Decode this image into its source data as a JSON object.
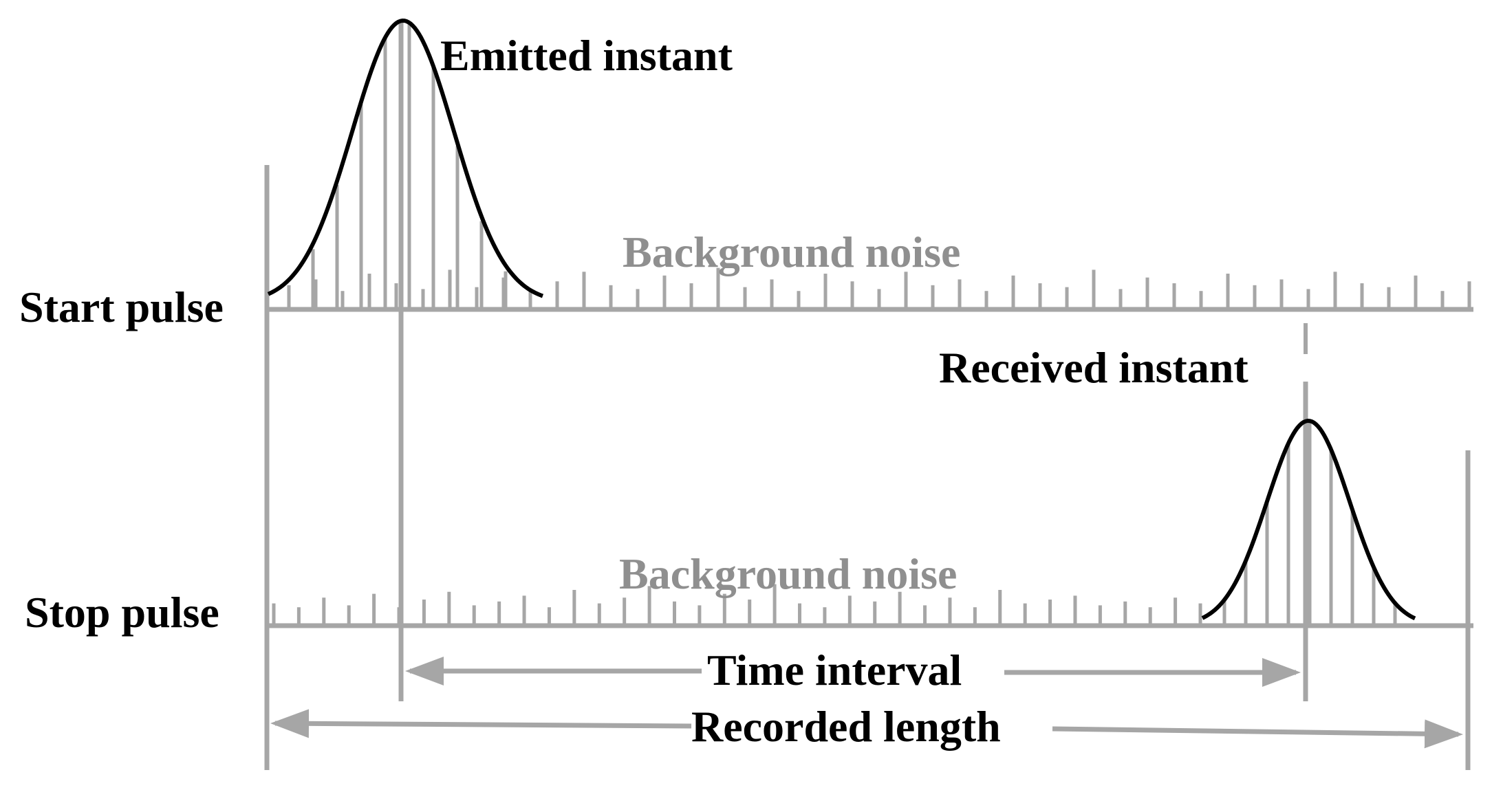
{
  "labels": {
    "start_pulse": "Start pulse",
    "stop_pulse": "Stop pulse",
    "emitted_instant": "Emitted instant",
    "received_instant": "Received instant",
    "background_noise_top": "Background noise",
    "background_noise_bottom": "Background noise",
    "time_interval": "Time interval",
    "recorded_length": "Recorded length"
  },
  "colors": {
    "gray": "#a6a6a6",
    "black": "#000000",
    "label_gray": "#8f8f8f"
  },
  "noise": {
    "top": [
      0.45,
      0.6,
      0.3,
      0.75,
      0.5,
      0.35,
      0.85,
      0.4,
      0.65,
      0.3,
      0.55,
      0.8,
      0.45,
      0.35,
      0.7,
      0.5,
      0.9,
      0.4,
      0.6,
      0.3,
      0.75,
      0.55,
      0.35,
      0.8,
      0.45,
      0.6,
      0.3,
      0.7,
      0.5,
      0.4,
      0.85,
      0.35,
      0.65,
      0.5,
      0.3,
      0.75,
      0.45,
      0.6,
      0.35,
      0.8,
      0.5,
      0.4,
      0.7,
      0.3,
      0.55
    ],
    "bottom": [
      0.4,
      0.3,
      0.55,
      0.35,
      0.65,
      0.3,
      0.5,
      0.7,
      0.35,
      0.45,
      0.6,
      0.3,
      0.75,
      0.4,
      0.55,
      0.85,
      0.45,
      0.35,
      0.65,
      0.5,
      0.9,
      0.4,
      0.3,
      0.6,
      0.45,
      0.7,
      0.35,
      0.55,
      0.3,
      0.75,
      0.4,
      0.5,
      0.6,
      0.35,
      0.45,
      0.3,
      0.55,
      0.4
    ]
  }
}
